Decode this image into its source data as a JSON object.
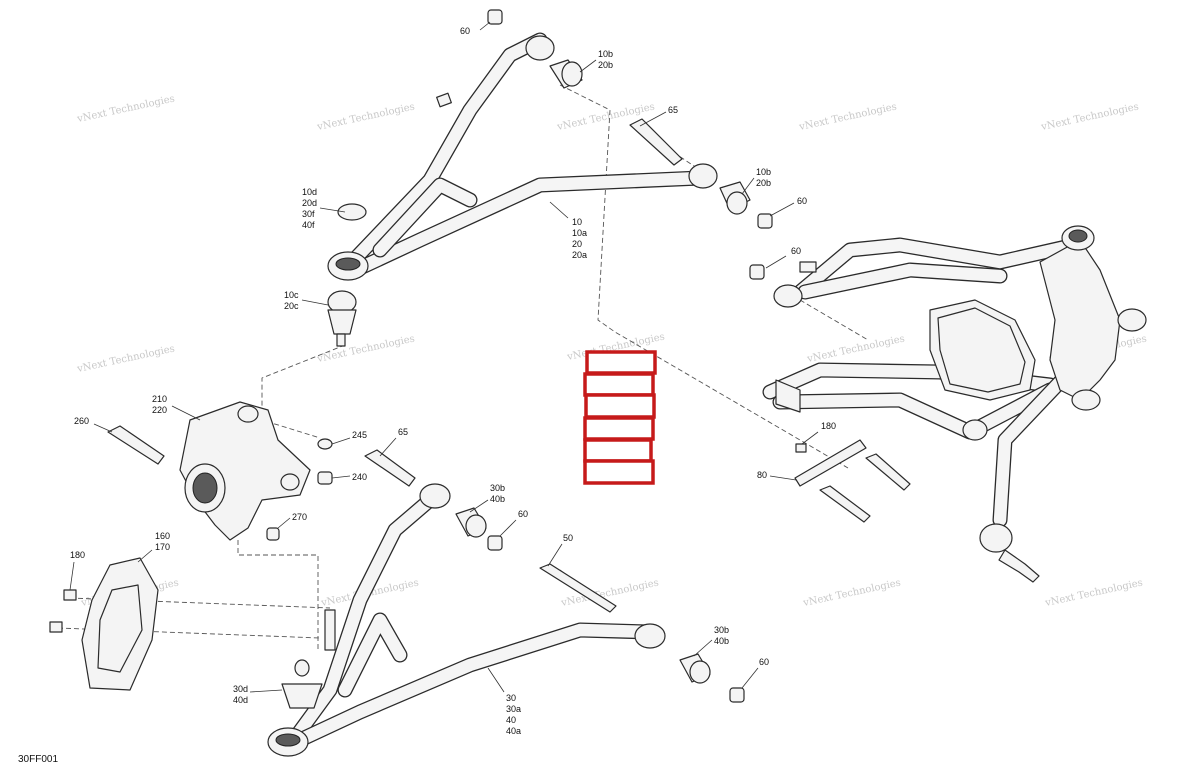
{
  "diagram": {
    "reference_code": "30FF001",
    "watermark_text": "vNext Technologies",
    "callouts": {
      "c60_top": "60",
      "c10b_20b_top": [
        "10b",
        "20b"
      ],
      "c65_top": "65",
      "c10b_20b_mid": [
        "10b",
        "20b"
      ],
      "c60_mid": "60",
      "c10_group": [
        "10",
        "10a",
        "20",
        "20a"
      ],
      "c10d_group": [
        "10d",
        "20d",
        "30f",
        "40f"
      ],
      "c10c_20c": [
        "10c",
        "20c"
      ],
      "c60_right": "60",
      "c210_220": [
        "210",
        "220"
      ],
      "c260": "260",
      "c245": "245",
      "c65_mid": "65",
      "c240": "240",
      "c270": "270",
      "c30b_40b_upper": [
        "30b",
        "40b"
      ],
      "c60_lower1": "60",
      "c180_right": "180",
      "c80": "80",
      "c180_left": "180",
      "c160_170": [
        "160",
        "170"
      ],
      "c50": "50",
      "c30b_40b_lower": [
        "30b",
        "40b"
      ],
      "c60_lower2": "60",
      "c30d_40d": [
        "30d",
        "40d"
      ],
      "c30_group": [
        "30",
        "30a",
        "40",
        "40a"
      ]
    }
  }
}
